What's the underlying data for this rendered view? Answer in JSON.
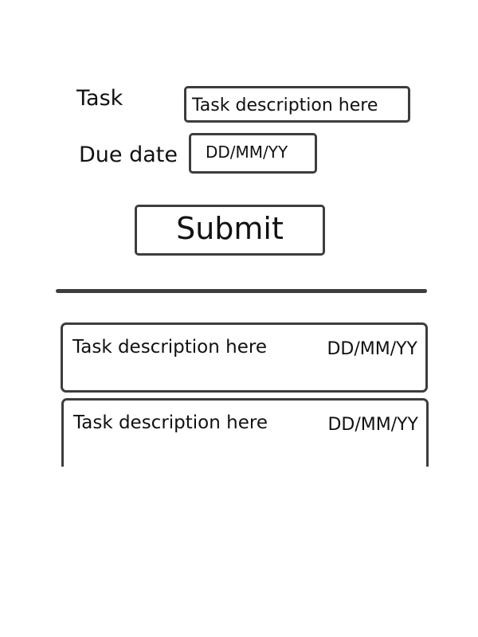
{
  "form": {
    "task_label": "Task",
    "task_input_value": "Task description here",
    "due_label": "Due date",
    "due_input_value": "DD/MM/YY",
    "submit_label": "Submit"
  },
  "task_list": [
    {
      "description": "Task description here",
      "due_date": "DD/MM/YY"
    },
    {
      "description": "Task description here",
      "due_date": "DD/MM/YY"
    }
  ],
  "colors": {
    "border": "#3d3d3d",
    "text": "#111111",
    "background": "#ffffff"
  }
}
